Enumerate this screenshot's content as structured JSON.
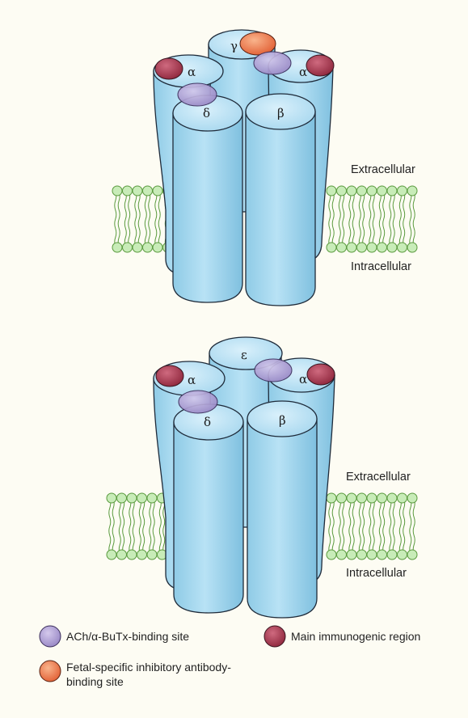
{
  "fetal": {
    "subunits": {
      "alpha_left": "α",
      "gamma": "γ",
      "alpha_right": "α",
      "delta": "δ",
      "beta": "β"
    },
    "extracellular": "Extracellular",
    "intracellular": "Intracellular"
  },
  "adult": {
    "subunits": {
      "alpha_left": "α",
      "epsilon": "ε",
      "alpha_right": "α",
      "delta": "δ",
      "beta": "β"
    },
    "extracellular": "Extracellular",
    "intracellular": "Intracellular"
  },
  "legend": {
    "ach_binding": "ACh/α-BuTx-binding site",
    "immunogenic": "Main immunogenic region",
    "fetal_line1": "Fetal-specific inhibitory antibody-",
    "fetal_line2": "binding site"
  },
  "colors": {
    "background": "#fdfcf3",
    "cylinder": "#a9d9f0",
    "ach_site": "#a99ad0",
    "immunogenic": "#9e2f46",
    "fetal_site": "#e8724a",
    "lipid": "#c8ecb8"
  }
}
